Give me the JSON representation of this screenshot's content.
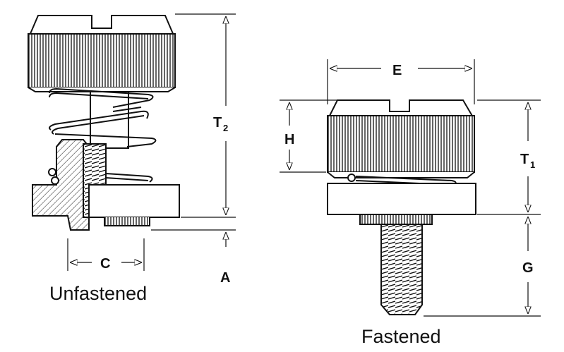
{
  "captions": {
    "unfastened": "Unfastened",
    "fastened": "Fastened"
  },
  "dimensions": {
    "t2": {
      "main": "T",
      "sub": "2"
    },
    "t1": {
      "main": "T",
      "sub": "1"
    },
    "a": "A",
    "c": "C",
    "e": "E",
    "h": "H",
    "g": "G"
  }
}
